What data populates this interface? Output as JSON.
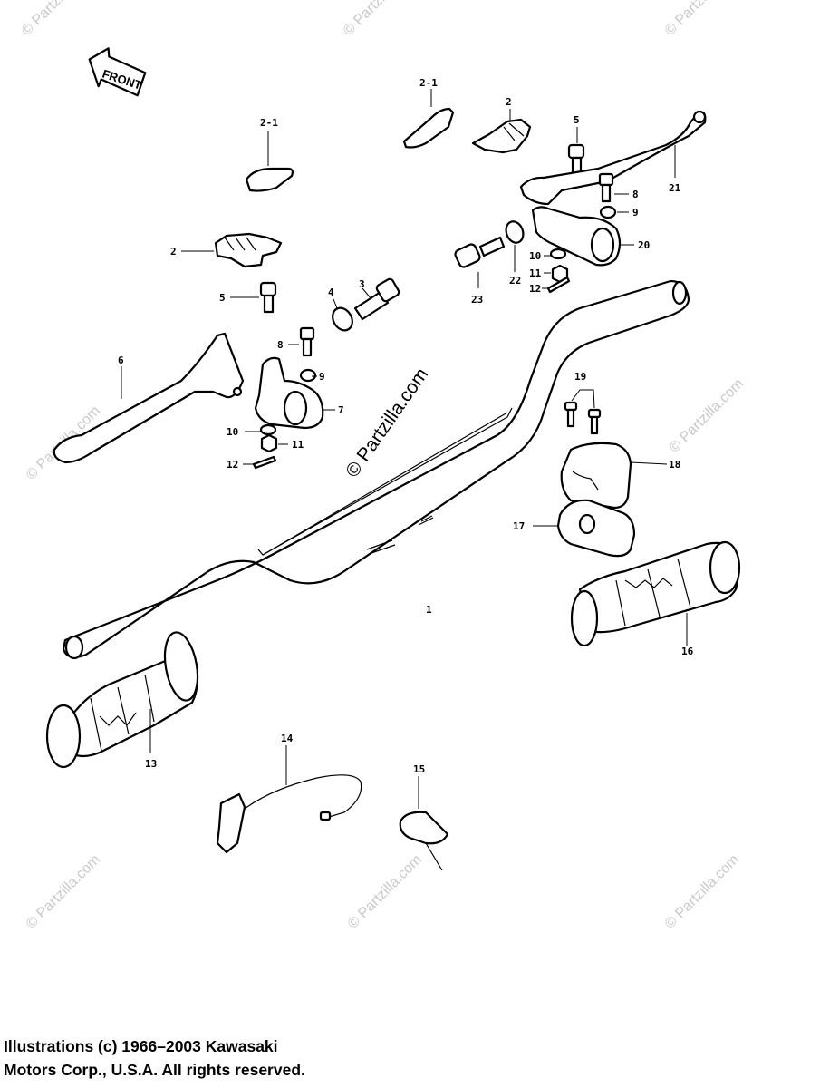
{
  "front_label": "FRONT",
  "watermark": "© Partzilla.com",
  "callouts": {
    "c1": "1",
    "c2a": "2",
    "c2b": "2",
    "c2_1a": "2-1",
    "c2_1b": "2-1",
    "c3": "3",
    "c4": "4",
    "c5a": "5",
    "c5b": "5",
    "c6": "6",
    "c7": "7",
    "c8a": "8",
    "c8b": "8",
    "c9a": "9",
    "c9b": "9",
    "c10a": "10",
    "c10b": "10",
    "c11a": "11",
    "c11b": "11",
    "c12a": "12",
    "c12b": "12",
    "c13": "13",
    "c14": "14",
    "c15": "15",
    "c16": "16",
    "c17": "17",
    "c18": "18",
    "c19": "19",
    "c20": "20",
    "c21": "21",
    "c22": "22",
    "c23": "23"
  },
  "copyright": {
    "line1": "Illustrations (c) 1966–2003 Kawasaki",
    "line2": "Motors Corp., U.S.A.  All rights reserved."
  }
}
